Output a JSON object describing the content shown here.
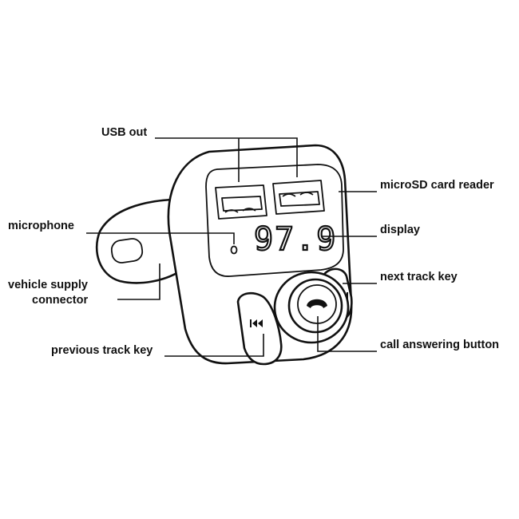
{
  "labels": {
    "usb_out": "USB out",
    "microsd": "microSD card reader",
    "microphone": "microphone",
    "display": "display",
    "vehicle_supply_line1": "vehicle supply",
    "vehicle_supply_line2": "connector",
    "next_track": "next track key",
    "previous_track": "previous track key",
    "call_answer": "call answering button"
  },
  "device": {
    "display_reading": "97.9",
    "call_icon": "phone-handset-icon",
    "next_icon": "skip-forward-icon",
    "prev_icon": "skip-back-icon"
  }
}
